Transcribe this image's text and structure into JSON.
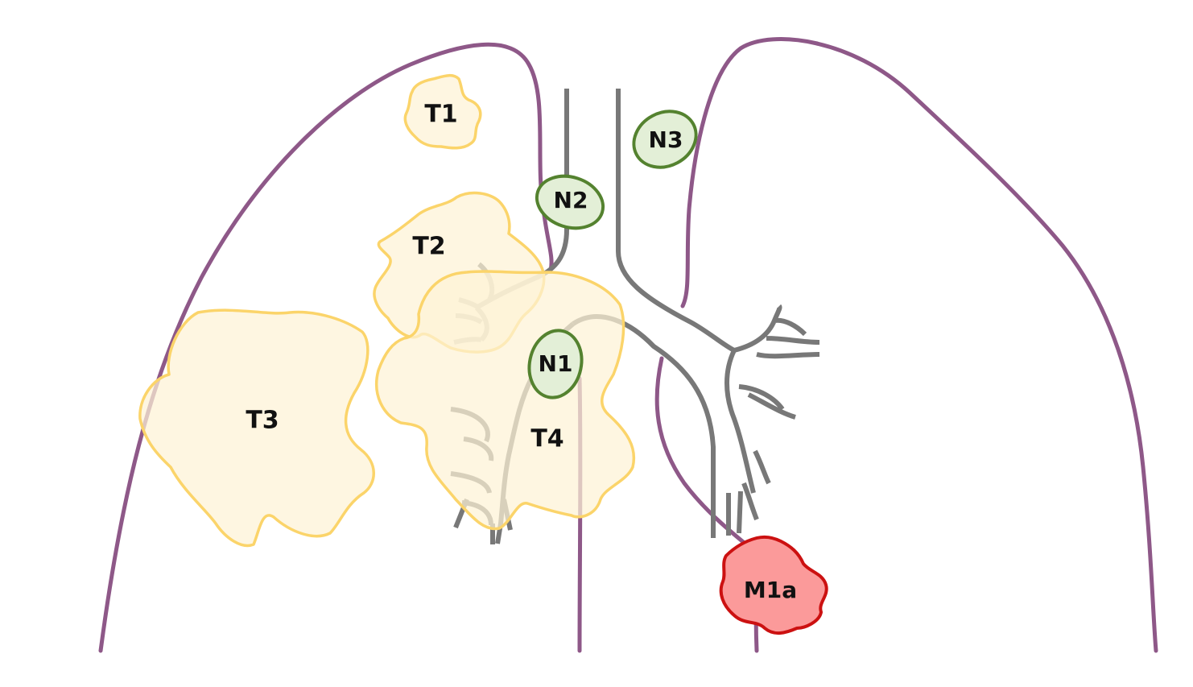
{
  "tumors": {
    "t1": "T1",
    "t2": "T2",
    "t3": "T3",
    "t4": "T4"
  },
  "nodes": {
    "n1": "N1",
    "n2": "N2",
    "n3": "N3"
  },
  "metastasis": {
    "m1a": "M1a"
  },
  "colors": {
    "lung_outline": "#8e5888",
    "airway": "#787878",
    "tumor_fill": "#fdf3d6",
    "tumor_outline": "#fbd46a",
    "node_fill": "#e3efd7",
    "node_outline": "#54822f",
    "metastasis_fill": "#fb9a9a",
    "metastasis_outline": "#cc1111"
  }
}
